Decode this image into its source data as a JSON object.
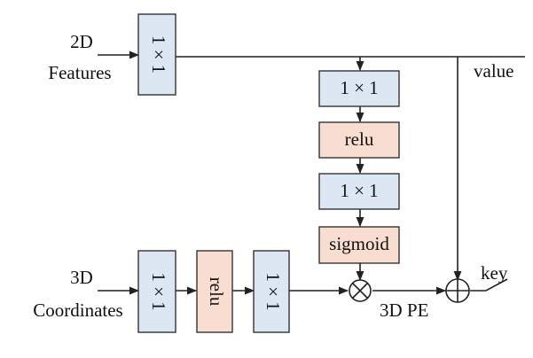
{
  "diagram": {
    "inputs": {
      "features_line1": "2D",
      "features_line2": "Features",
      "coords_line1": "3D",
      "coords_line2": "Coordinates"
    },
    "outputs": {
      "value": "value",
      "key": "key",
      "pe": "3D PE"
    },
    "blocks": {
      "feat_conv": "1 × 1",
      "mid_conv1": "1 × 1",
      "mid_relu": "relu",
      "mid_conv2": "1 × 1",
      "mid_sigmoid": "sigmoid",
      "coord_conv1": "1 × 1",
      "coord_relu": "relu",
      "coord_conv2": "1 × 1"
    },
    "colors": {
      "conv_fill": "#dce7f3",
      "activation_fill": "#f8ddd0",
      "line": "#222222"
    }
  }
}
